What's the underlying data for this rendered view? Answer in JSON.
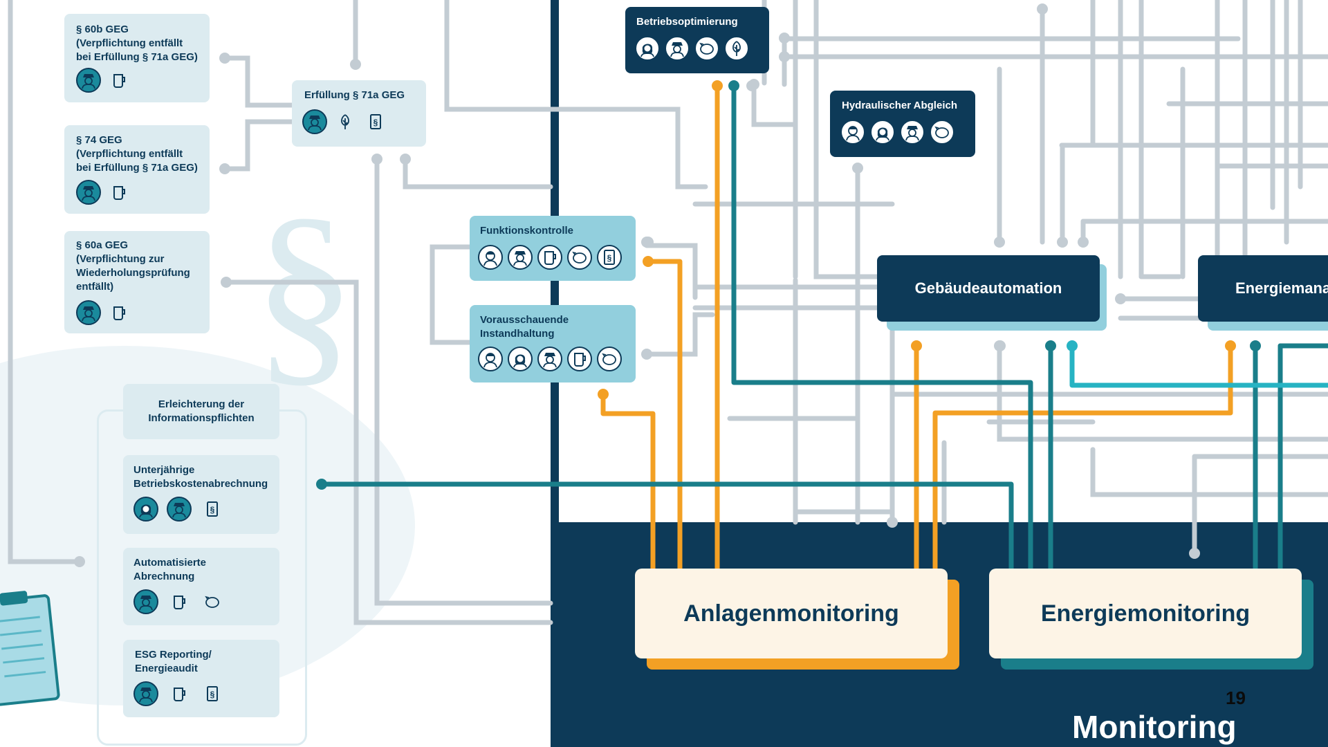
{
  "colors": {
    "navy": "#0d3a58",
    "teal": "#1a7e8a",
    "turquoise": "#27b3c3",
    "orange": "#f3a024",
    "gray_line": "#c3ccd3",
    "light_box": "#dcebf0",
    "mid_box": "#92cfdd",
    "cream": "#fdf4e6"
  },
  "left_boxes": {
    "geg60b": {
      "title": "§ 60b GEG",
      "lines": [
        "(Verpflichtung entfällt",
        "bei Erfüllung § 71a GEG)"
      ]
    },
    "geg74": {
      "title": "§ 74 GEG",
      "lines": [
        "(Verpflichtung entfällt",
        "bei Erfüllung § 71a GEG)"
      ]
    },
    "geg60a": {
      "title": "§ 60a GEG",
      "lines": [
        "(Verpflichtung zur",
        "Wiederholungsprüfung",
        "entfällt)"
      ]
    }
  },
  "erfuellung": {
    "title": "Erfüllung § 71a GEG"
  },
  "info_group": {
    "header": [
      "Erleichterung der",
      "Informationspflichten"
    ],
    "items": [
      {
        "lines": [
          "Unterjährige",
          "Betriebskostenabrechnung"
        ]
      },
      {
        "lines": [
          "Automatisierte",
          "Abrechnung"
        ]
      },
      {
        "lines": [
          "ESG Reporting/",
          "Energieaudit"
        ]
      }
    ]
  },
  "funktionskontrolle": {
    "title": "Funktionskontrolle"
  },
  "instandhaltung": {
    "lines": [
      "Vorausschauende",
      "Instandhaltung"
    ]
  },
  "betriebsoptimierung": {
    "title": "Betriebsoptimierung"
  },
  "hydraulisch": {
    "title": "Hydraulischer Abgleich"
  },
  "gebaeudeautomation": {
    "title": "Gebäudeautomation"
  },
  "energiemanagement": {
    "title": "Energiemana"
  },
  "anlagenmonitoring": {
    "title": "Anlagenmonitoring"
  },
  "energiemonitoring": {
    "title": "Energiemonitoring"
  },
  "page_number": "19",
  "section_title": "Monitoring",
  "icons": {
    "person_hat": "person-hat-icon",
    "person": "person-icon",
    "person_curly": "person-curly-hair-icon",
    "cup": "cup-icon",
    "paragraph_doc": "paragraph-document-icon",
    "tree": "tree-icon",
    "piggy_bank": "piggy-bank-icon",
    "clipboard": "clipboard-icon"
  }
}
